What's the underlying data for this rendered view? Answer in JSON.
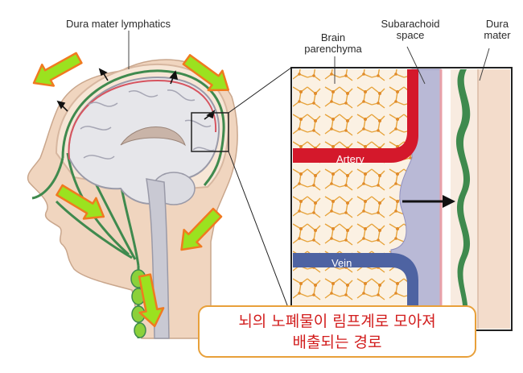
{
  "labels": {
    "dura_lymphatics": "Dura mater lymphatics",
    "brain_parenchyma_line1": "Brain",
    "brain_parenchyma_line2": "parenchyma",
    "subarachnoid_line1": "Subarachoid",
    "subarachnoid_line2": "space",
    "dura_mater_line1": "Dura",
    "dura_mater_line2": "mater",
    "artery": "Artery",
    "vein": "Vein"
  },
  "caption": {
    "line1": "뇌의 노폐물이 림프계로 모아져",
    "line2": "배출되는 경로"
  },
  "colors": {
    "arrow_fill": "#9be21f",
    "arrow_outline": "#f07a1f",
    "lymphatic_green": "#3f8a4e",
    "artery_red": "#d4182b",
    "vein_blue": "#4e63a2",
    "caption_text": "#d21d1d",
    "caption_border": "#e8a03a",
    "skin": "#f0d5bf"
  }
}
